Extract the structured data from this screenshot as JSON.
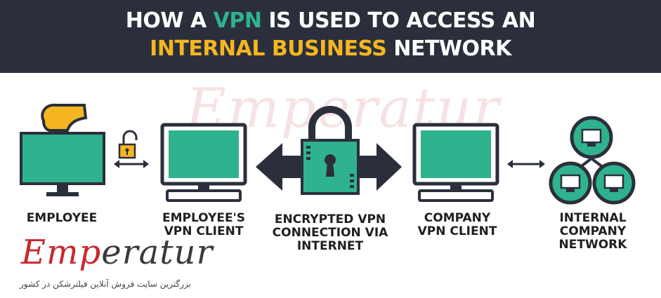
{
  "title": {
    "line1_part1": "HOW A ",
    "line1_vpn": "VPN",
    "line1_part2": " IS USED TO ACCESS AN",
    "line2_highlight": "INTERNAL BUSINESS",
    "line2_part2": " NETWORK"
  },
  "nodes": {
    "employee": "EMPLOYEE",
    "employee_vpn_client": [
      "EMPLOYEE'S",
      "VPN CLIENT"
    ],
    "encrypted_connection": [
      "ENCRYPTED VPN",
      "CONNECTION VIA",
      "INTERNET"
    ],
    "company_vpn_client": [
      "COMPANY",
      "VPN CLIENT"
    ],
    "internal_network": [
      "INTERNAL",
      "COMPANY",
      "NETWORK"
    ]
  },
  "watermark": {
    "logo_red": "Emp",
    "logo_dark": "eratur",
    "tagline": "بزرگترین سایت فروش آنلاین فیلترشکن در کشور",
    "background_logo": "Emperatur"
  },
  "colors": {
    "header_bg": "#2b2f3c",
    "accent_green": "#2fb38e",
    "accent_yellow": "#f5b621",
    "dark": "#2b2f3c"
  }
}
